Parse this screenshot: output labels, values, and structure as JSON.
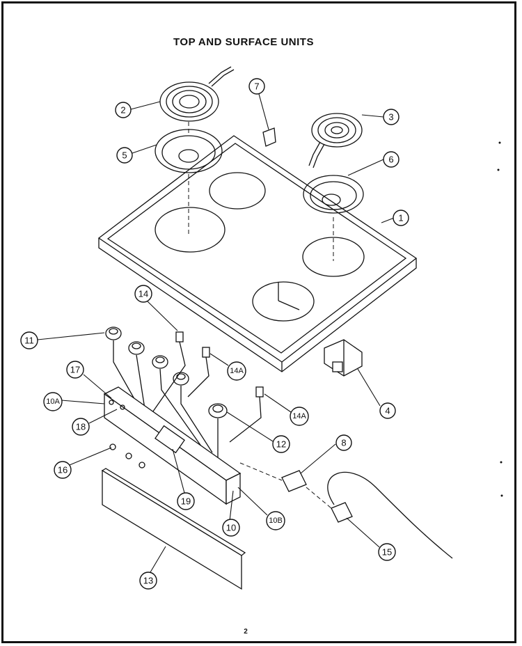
{
  "title": "TOP AND SURFACE UNITS",
  "page_number": "2",
  "callouts": [
    {
      "id": "1",
      "text": "1"
    },
    {
      "id": "2",
      "text": "2"
    },
    {
      "id": "3",
      "text": "3"
    },
    {
      "id": "4",
      "text": "4"
    },
    {
      "id": "5",
      "text": "5"
    },
    {
      "id": "6",
      "text": "6"
    },
    {
      "id": "7",
      "text": "7"
    },
    {
      "id": "8",
      "text": "8"
    },
    {
      "id": "10",
      "text": "10"
    },
    {
      "id": "10A",
      "text": "10A"
    },
    {
      "id": "10B",
      "text": "10B"
    },
    {
      "id": "11",
      "text": "11"
    },
    {
      "id": "12",
      "text": "12"
    },
    {
      "id": "13",
      "text": "13"
    },
    {
      "id": "14",
      "text": "14"
    },
    {
      "id": "14A_1",
      "text": "14A"
    },
    {
      "id": "14A_2",
      "text": "14A"
    },
    {
      "id": "15",
      "text": "15"
    },
    {
      "id": "16",
      "text": "16"
    },
    {
      "id": "17",
      "text": "17"
    },
    {
      "id": "18",
      "text": "18"
    },
    {
      "id": "19",
      "text": "19"
    }
  ]
}
